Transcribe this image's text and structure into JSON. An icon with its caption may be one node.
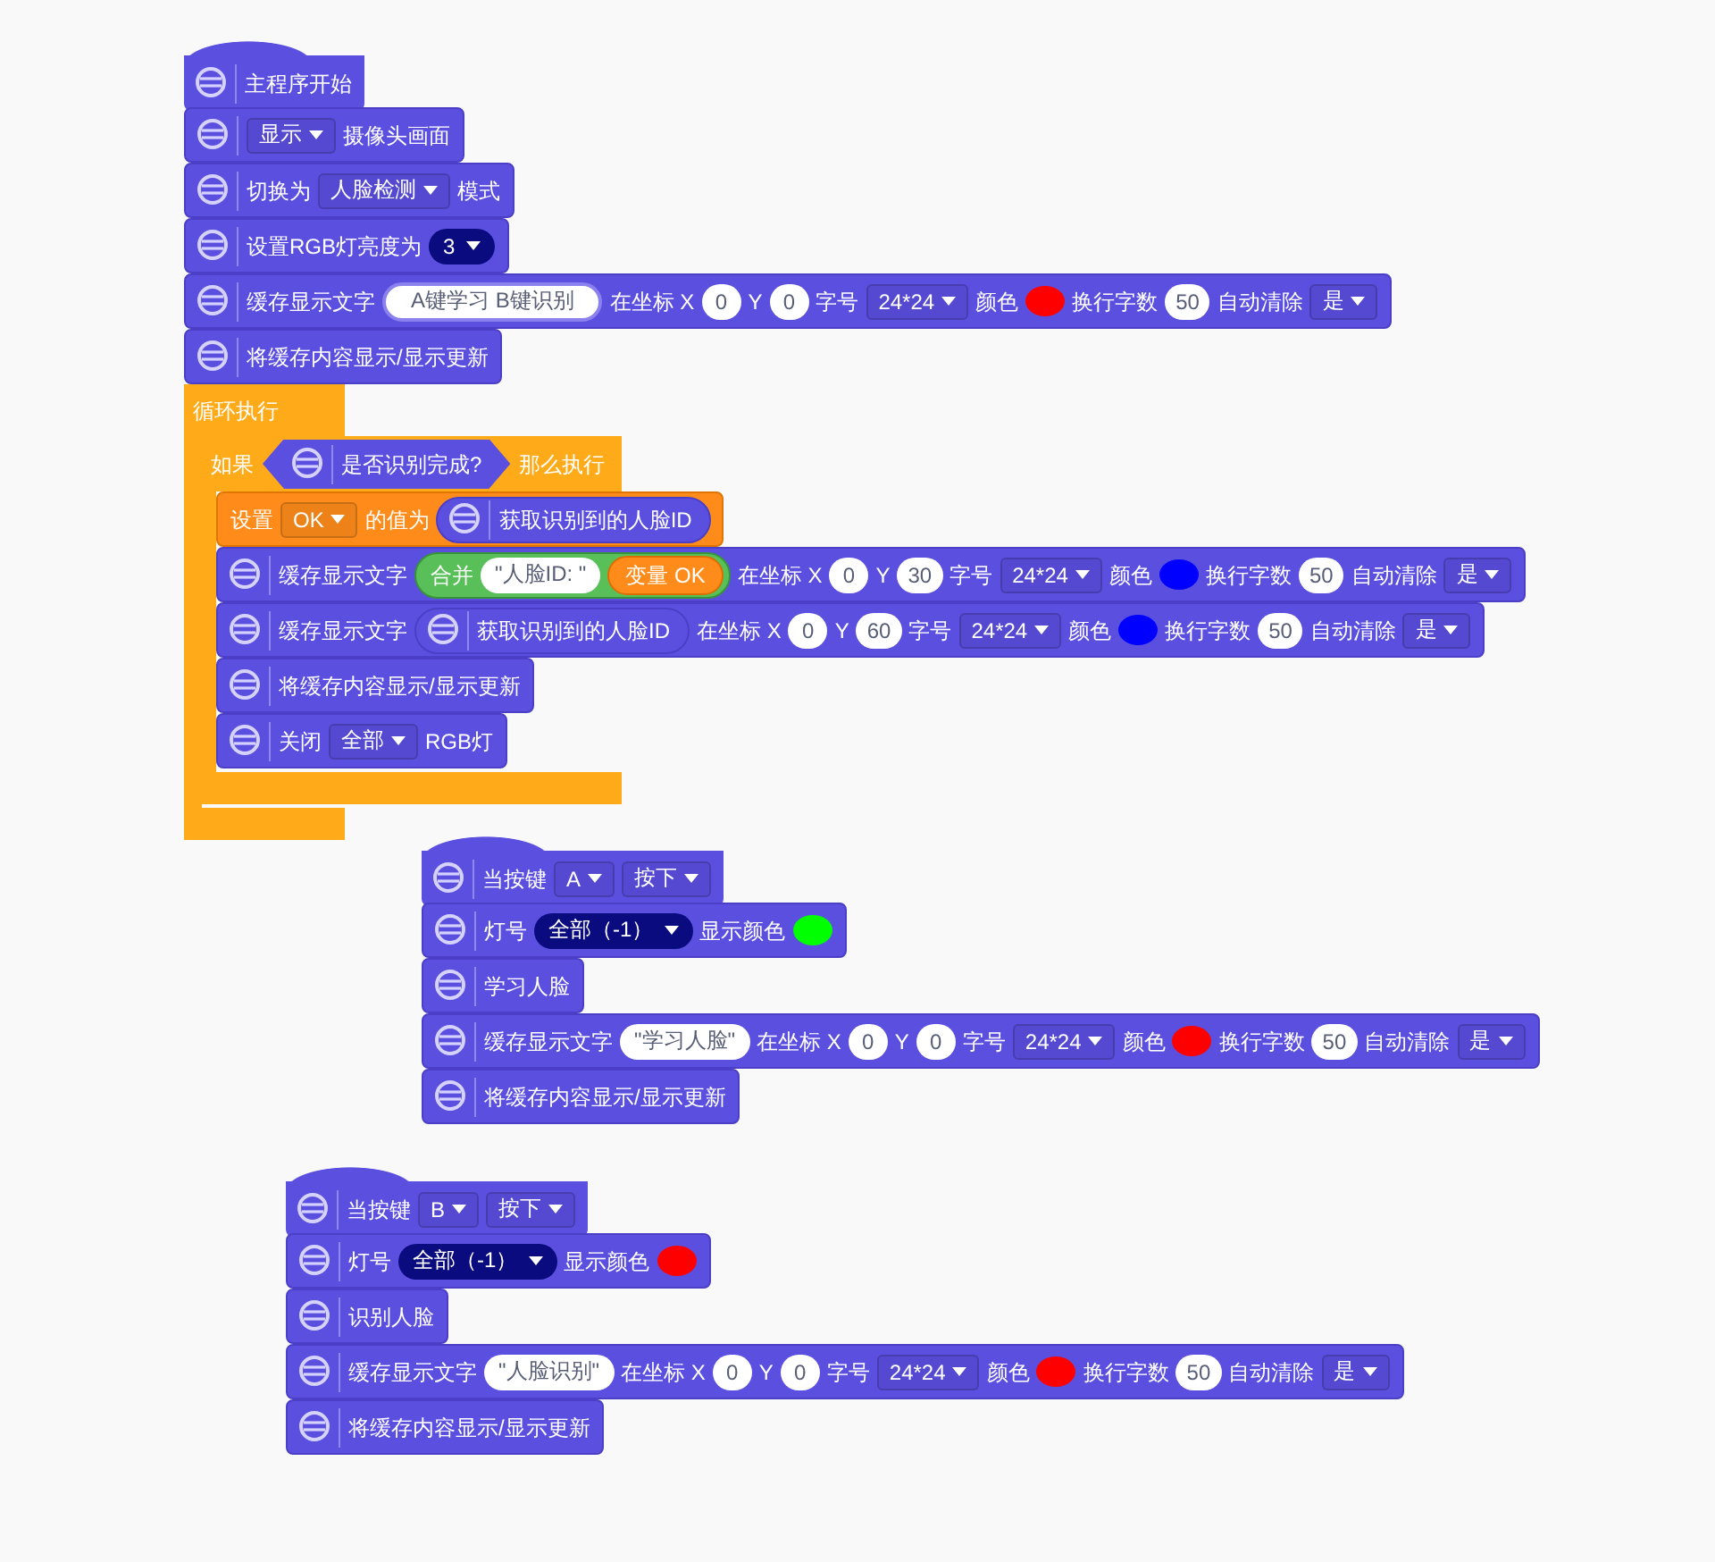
{
  "diagram": {
    "nodes": [
      {
        "text": [
          "主程序开始"
        ]
      },
      {
        "text": [
          "显示",
          "摄像头画面"
        ]
      },
      {
        "text": [
          "切换为",
          "人脸检测",
          "模式"
        ]
      },
      {
        "text": [
          "设置RGB灯亮度为",
          "3"
        ]
      },
      {
        "text": [
          "缓存显示文字",
          "A键学习 B键识别",
          "在坐标 X",
          "0",
          "Y",
          "0",
          "字号",
          "24*24",
          "颜色",
          "换行字数",
          "50",
          "自动清除",
          "是"
        ]
      },
      {
        "text": [
          "将缓存内容显示/显示更新"
        ]
      },
      {
        "text": [
          "循环执行"
        ]
      },
      {
        "text": [
          "如果",
          "那么执行"
        ],
        "in": 6
      },
      {
        "text": [
          "是否识别完成?"
        ],
        "in": 7
      },
      {
        "text": [
          "设置",
          "OK",
          "的值为"
        ],
        "in": 7
      },
      {
        "text": [
          "获取识别到的人脸ID"
        ],
        "in": 9
      },
      {
        "text": [
          "缓存显示文字",
          "在坐标 X",
          "0",
          "Y",
          "30",
          "字号",
          "24*24",
          "颜色",
          "换行字数",
          "50",
          "自动清除",
          "是"
        ],
        "in": 7
      },
      {
        "text": [
          "合并",
          "\"人脸ID: \""
        ],
        "in": 11
      },
      {
        "text": [
          "变量 OK"
        ],
        "in": 12
      },
      {
        "text": [
          "缓存显示文字",
          "在坐标 X",
          "0",
          "Y",
          "60",
          "字号",
          "24*24",
          "颜色",
          "换行字数",
          "50",
          "自动清除",
          "是"
        ],
        "in": 7
      },
      {
        "text": [
          "获取识别到的人脸ID"
        ],
        "in": 14
      },
      {
        "text": [
          "将缓存内容显示/显示更新"
        ],
        "in": 7
      },
      {
        "text": [
          "关闭",
          "全部",
          "RGB灯"
        ],
        "in": 7
      },
      {
        "text": [
          "当按键",
          "A",
          "按下"
        ]
      },
      {
        "text": [
          "灯号",
          "全部（-1）",
          "显示颜色"
        ]
      },
      {
        "text": [
          "学习人脸"
        ]
      },
      {
        "text": [
          "缓存显示文字",
          "\"学习人脸\"",
          "在坐标 X",
          "0",
          "Y",
          "0",
          "字号",
          "24*24",
          "颜色",
          "换行字数",
          "50",
          "自动清除",
          "是"
        ]
      },
      {
        "text": [
          "将缓存内容显示/显示更新"
        ]
      },
      {
        "text": [
          "当按键",
          "B",
          "按下"
        ]
      },
      {
        "text": [
          "灯号",
          "全部（-1）",
          "显示颜色"
        ]
      },
      {
        "text": [
          "识别人脸"
        ]
      },
      {
        "text": [
          "缓存显示文字",
          "\"人脸识别\"",
          "在坐标 X",
          "0",
          "Y",
          "0",
          "字号",
          "24*24",
          "颜色",
          "换行字数",
          "50",
          "自动清除",
          "是"
        ]
      },
      {
        "text": [
          "将缓存内容显示/显示更新"
        ]
      }
    ]
  }
}
